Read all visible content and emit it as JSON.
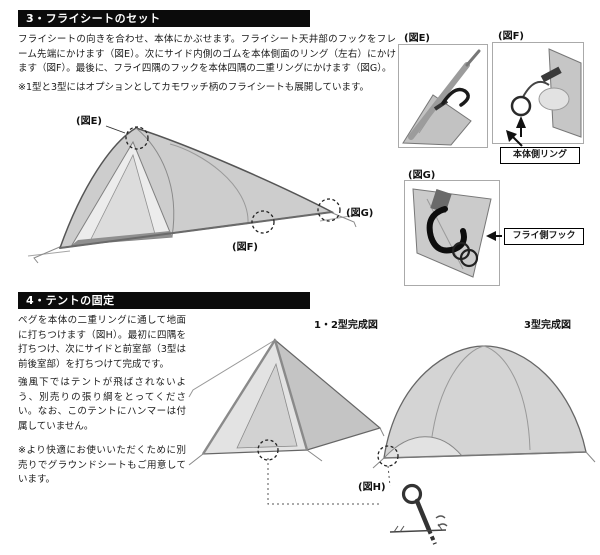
{
  "sections": {
    "flysheet": {
      "header": "3・フライシートのセット",
      "paragraph": "フライシートの向きを合わせ、本体にかぶせます。フライシート天井部のフックをフレーム先端にかけます（図E）。次にサイド内側のゴムを本体側面のリング（左右）にかけます（図F）。最後に、フライ四隅のフックを本体四隅の二重リングにかけます（図G）。",
      "note": "※1型と3型にはオプションとしてカモワッチ柄のフライシートも展開しています。",
      "fig_e_label": "(図E)",
      "fig_f_label": "(図F)",
      "fig_g_label": "(図G)",
      "panel_e_title": "(図E)",
      "panel_f_title": "(図F)",
      "panel_f_callout": "本体側リング",
      "panel_g_title": "(図G)",
      "panel_g_callout": "フライ側フック"
    },
    "fixing": {
      "header": "4・テントの固定",
      "paragraph1": "ペグを本体の二重リングに通して地面に打ちつけます（図H）。最初に四隅を打ちつけ、次にサイドと前室部（3型は前後室部）を打ちつけて完成です。",
      "paragraph2": "強風下ではテントが飛ばされないよう、別売りの張り綱をとってください。なお、このテントにハンマーは付属していません。",
      "note": "※より快適にお使いいただくために別売りでグラウンドシートもご用意しています。",
      "caption_type12": "1・2型完成図",
      "caption_type3": "3型完成図",
      "fig_h_label": "(図H)"
    }
  },
  "colors": {
    "header_bg": "#0b0b0b",
    "fly_gray": "#cdcdcd",
    "line_gray": "#555555"
  }
}
